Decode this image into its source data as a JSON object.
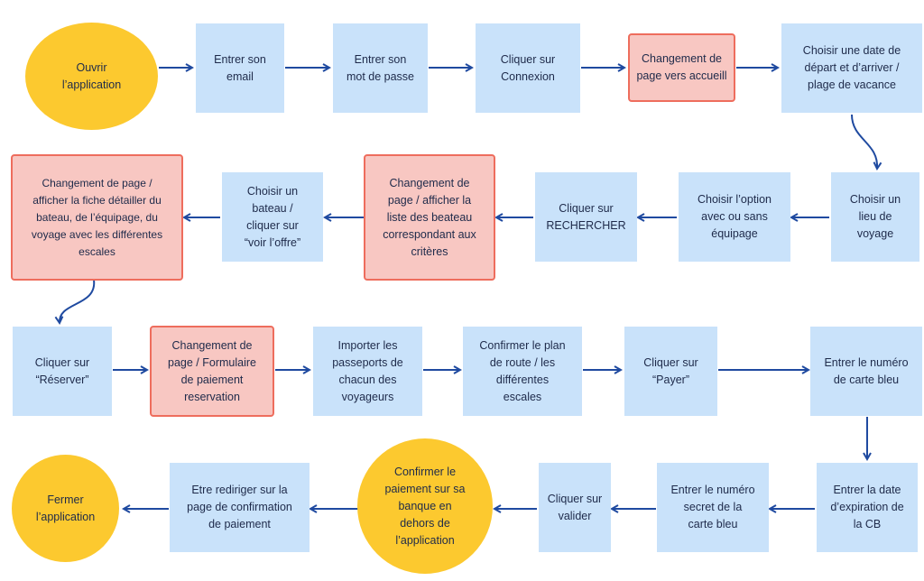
{
  "colors": {
    "step": "#c9e2fa",
    "page_change_fill": "#f8c7c2",
    "page_change_border": "#ee6d5d",
    "terminal": "#fcc92f",
    "arrow": "#1f4aa0"
  },
  "nodes": {
    "n1": "Ouvrir\nl’application",
    "n2": "Entrer son\nemail",
    "n3": "Entrer son\nmot de passe",
    "n4": "Cliquer sur\nConnexion",
    "n5": "Changement de\npage vers accueill",
    "n6": "Choisir une date de\ndépart et d’arriver /\nplage de vacance",
    "n7": "Choisir un\nlieu de\nvoyage",
    "n8": "Choisir l’option\navec ou sans\néquipage",
    "n9": "Cliquer sur\nRECHERCHER",
    "n10": "Changement de\npage / afficher la\nliste des beateau\ncorrespondant aux\ncritères",
    "n11": "Choisir un\nbateau /\ncliquer sur\n“voir l’offre”",
    "n12": "Changement de page /\nafficher la fiche détailler du\nbateau, de l’équipage, du\nvoyage avec les différentes\nescales",
    "n13": "Cliquer sur\n“Réserver”",
    "n14": "Changement de\npage / Formulaire\nde paiement\nreservation",
    "n15": "Importer les\npasseports de\nchacun des\nvoyageurs",
    "n16": "Confirmer le plan\nde route / les\ndifférentes\nescales",
    "n17": "Cliquer sur\n“Payer”",
    "n18": "Entrer le numéro\nde carte bleu",
    "n19": "Entrer la date\nd’expiration de\nla CB",
    "n20": "Entrer le numéro\nsecret de la\ncarte bleu",
    "n21": "Cliquer sur\nvalider",
    "n22": "Confirmer le\npaiement sur sa\nbanque en\ndehors de\nl’application",
    "n23": "Etre rediriger sur la\npage de confirmation\nde paiement",
    "n24": "Fermer\nl’application"
  }
}
